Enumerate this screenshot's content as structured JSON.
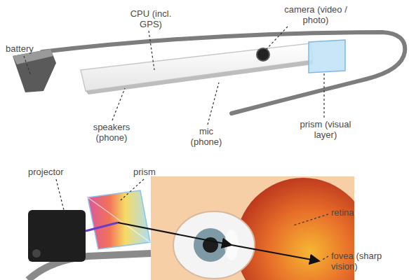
{
  "diagram": {
    "labels": [
      "battery",
      "CPU (incl. GPS)",
      "camera (video / photo)",
      "speakers (phone)",
      "mic (phone)",
      "prism (visual layer)",
      "projector",
      "prism",
      "retina",
      "fovea (sharp vision)"
    ]
  }
}
